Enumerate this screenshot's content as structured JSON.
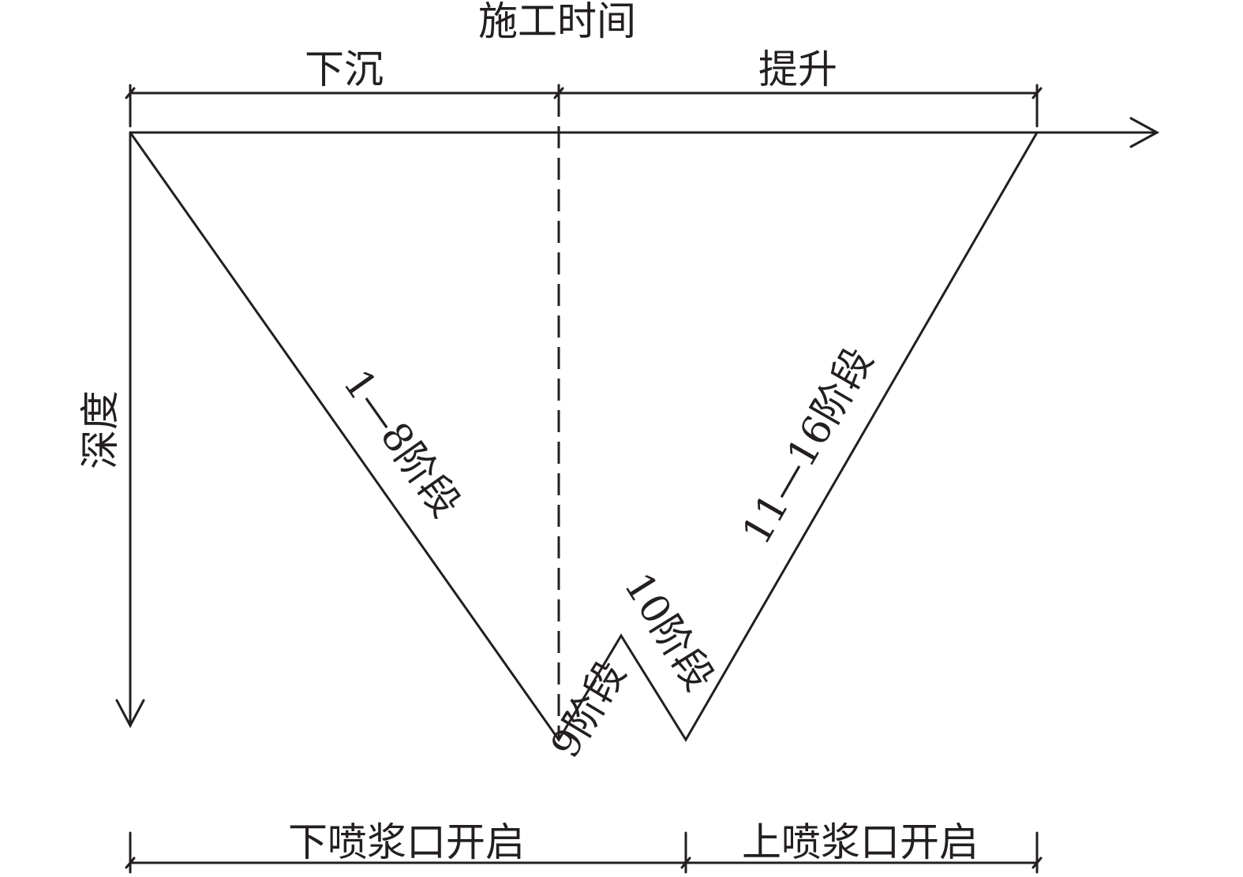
{
  "diagram": {
    "title": "施工时间",
    "time_axis_label": "施工时间",
    "depth_axis_label": "深度",
    "phase_top": {
      "sinking": "下沉",
      "lifting": "提升"
    },
    "segments": {
      "s1_8": "1—8阶段",
      "s9": "9阶段",
      "s10": "10阶段",
      "s11_16": "11—16阶段"
    },
    "nozzles": {
      "lower_open": "下喷浆口开启",
      "upper_open": "上喷浆口开启"
    },
    "colors": {
      "stroke": "#231f20",
      "background": "#ffffff"
    }
  }
}
